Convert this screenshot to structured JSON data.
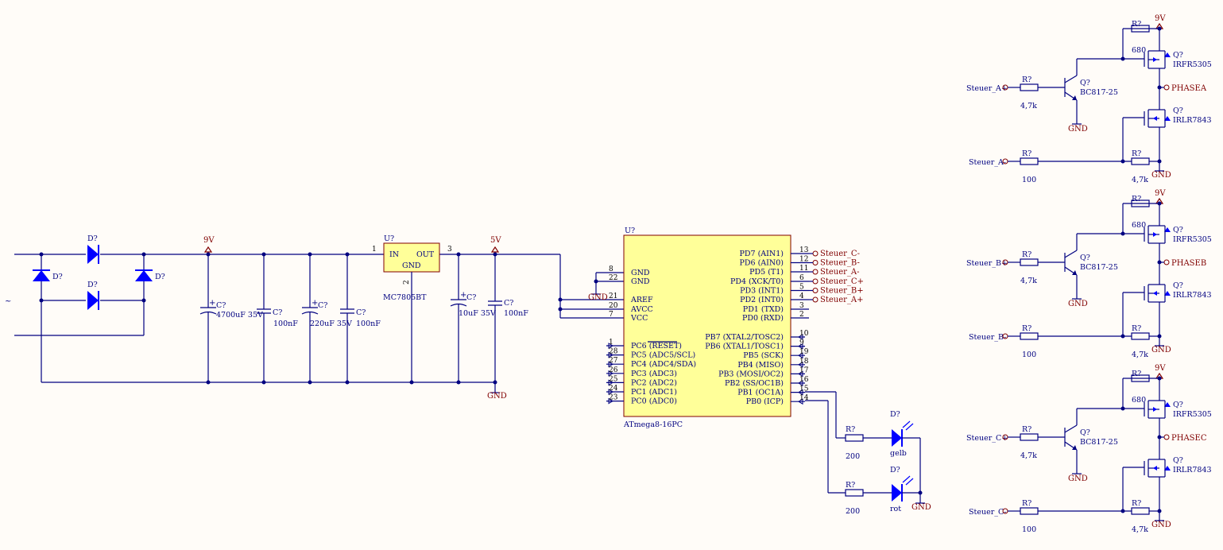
{
  "colors": {
    "background": "#fffcf8",
    "wire": "#000080",
    "power": "#800000",
    "ic_fill": "#ffff99",
    "ic_border": "#800000",
    "diode": "#0000ff"
  },
  "rectifier": {
    "ac_symbol": "~",
    "diodes": [
      "D?",
      "D?",
      "D?",
      "D?"
    ]
  },
  "power": {
    "net_9v": "9V",
    "net_5v": "5V",
    "gnd": "GND"
  },
  "regulator": {
    "ref": "U?",
    "part": "MC7805BT",
    "pin_in": "IN",
    "pin_out": "OUT",
    "pin_gnd": "GND",
    "pin1": "1",
    "pin2": "2",
    "pin3": "3"
  },
  "caps": [
    {
      "ref": "C?",
      "value": "4700uF 35V"
    },
    {
      "ref": "C?",
      "value": "100nF"
    },
    {
      "ref": "C?",
      "value": "220uF 35V"
    },
    {
      "ref": "C?",
      "value": "100nF"
    },
    {
      "ref": "C?",
      "value": "10uF 35V"
    },
    {
      "ref": "C?",
      "value": "100nF"
    }
  ],
  "mcu": {
    "ref": "U?",
    "part": "ATmega8-16PC",
    "left_top": [
      {
        "name": "GND",
        "pin": "8"
      },
      {
        "name": "GND",
        "pin": "22"
      },
      {
        "name": "AREF",
        "pin": "21"
      },
      {
        "name": "AVCC",
        "pin": "20"
      },
      {
        "name": "VCC",
        "pin": "7"
      }
    ],
    "left_pc": [
      {
        "name": "PC6 (RESET)",
        "pin": "1"
      },
      {
        "name": "PC5 (ADC5/SCL)",
        "pin": "28"
      },
      {
        "name": "PC4 (ADC4/SDA)",
        "pin": "27"
      },
      {
        "name": "PC3 (ADC3)",
        "pin": "26"
      },
      {
        "name": "PC2 (ADC2)",
        "pin": "25"
      },
      {
        "name": "PC1 (ADC1)",
        "pin": "24"
      },
      {
        "name": "PC0 (ADC0)",
        "pin": "23"
      }
    ],
    "right_pd": [
      {
        "name": "PD7 (AIN1)",
        "pin": "13",
        "net": "Steuer_C-"
      },
      {
        "name": "PD6 (AIN0)",
        "pin": "12",
        "net": "Steuer_B-"
      },
      {
        "name": "PD5 (T1)",
        "pin": "11",
        "net": "Steuer_A-"
      },
      {
        "name": "PD4 (XCK/T0)",
        "pin": "6",
        "net": "Steuer_C+"
      },
      {
        "name": "PD3 (INT1)",
        "pin": "5",
        "net": "Steuer_B+"
      },
      {
        "name": "PD2 (INT0)",
        "pin": "4",
        "net": "Steuer_A+"
      },
      {
        "name": "PD1 (TXD)",
        "pin": "3",
        "net": ""
      },
      {
        "name": "PD0 (RXD)",
        "pin": "2",
        "net": ""
      }
    ],
    "right_pb": [
      {
        "name": "PB7 (XTAL2/TOSC2)",
        "pin": "10"
      },
      {
        "name": "PB6 (XTAL1/TOSC1)",
        "pin": "9"
      },
      {
        "name": "PB5 (SCK)",
        "pin": "19"
      },
      {
        "name": "PB4 (MISO)",
        "pin": "18"
      },
      {
        "name": "PB3 (MOSI/OC2)",
        "pin": "17"
      },
      {
        "name": "PB2 (SS/OC1B)",
        "pin": "16"
      },
      {
        "name": "PB1 (OC1A)",
        "pin": "15"
      },
      {
        "name": "PB0 (ICP)",
        "pin": "14"
      }
    ]
  },
  "leds": [
    {
      "res_ref": "R?",
      "res_value": "200",
      "led_ref": "D?",
      "color": "gelb"
    },
    {
      "res_ref": "R?",
      "res_value": "200",
      "led_ref": "D?",
      "color": "rot"
    }
  ],
  "phases": [
    {
      "in_pos": "Steuer_A+",
      "in_neg": "Steuer_A-",
      "phase": "PHASEA"
    },
    {
      "in_pos": "Steuer_B+",
      "in_neg": "Steuer_B-",
      "phase": "PHASEB"
    },
    {
      "in_pos": "Steuer_C+",
      "in_neg": "Steuer_C-",
      "phase": "PHASEC"
    }
  ],
  "phase_parts": {
    "r_ref": "R?",
    "r_top": "680",
    "r_base": "4,7k",
    "r_low_in": "100",
    "r_low_gnd": "4,7k",
    "q_ref": "Q?",
    "q_npn": "BC817-25",
    "q_high": "IRFR5305",
    "q_low": "IRLR7843",
    "supply": "9V",
    "gnd": "GND"
  }
}
